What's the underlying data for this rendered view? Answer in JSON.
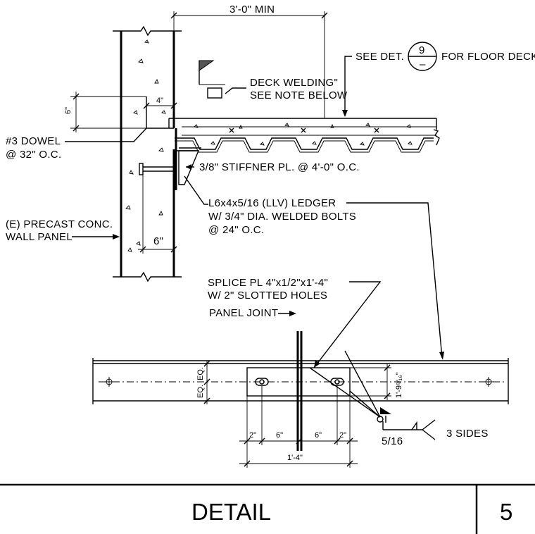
{
  "labels": {
    "dim_3ft": "3'-0\" MIN",
    "see_det": "SEE DET.",
    "det_num": "9",
    "det_sheet": "–",
    "floor_deck": "FOR FLOOR DECK",
    "deck_welding_1": "DECK WELDING\"",
    "deck_welding_2": "SEE NOTE BELOW",
    "dim_4in": "4\"",
    "dim_6in_v": "6\"",
    "dowel_1": "#3 DOWEL",
    "dowel_2": "@ 32\" O.C.",
    "stiffner": "3/8\" STIFFNER PL. @ 4'-0\" O.C.",
    "ledger_1": "L6x4x5/16 (LLV) LEDGER",
    "ledger_2": "W/ 3/4\" DIA. WELDED BOLTS",
    "ledger_3": "@ 24\" O.C.",
    "precast_1": "(E) PRECAST CONC.",
    "precast_2": "WALL PANEL",
    "dim_6in_b": "6\"",
    "splice_1": "SPLICE PL 4\"x1/2\"x1'-4\"",
    "splice_2": "W/ 2\" SLOTTED HOLES",
    "panel_joint": "PANEL JOINT",
    "eq1": "EQ.",
    "eq2": "EQ.",
    "dim_1ft9": "1'-9⁹⁄₁₆\"",
    "dim_2a": "2\"",
    "dim_6a": "6\"",
    "dim_6b": "6\"",
    "dim_2b": "2\"",
    "dim_1ft4": "1'-4\"",
    "weld_size": "5/16",
    "weld_sides": "3 SIDES"
  },
  "title_block": {
    "title": "DETAIL",
    "number": "5"
  }
}
